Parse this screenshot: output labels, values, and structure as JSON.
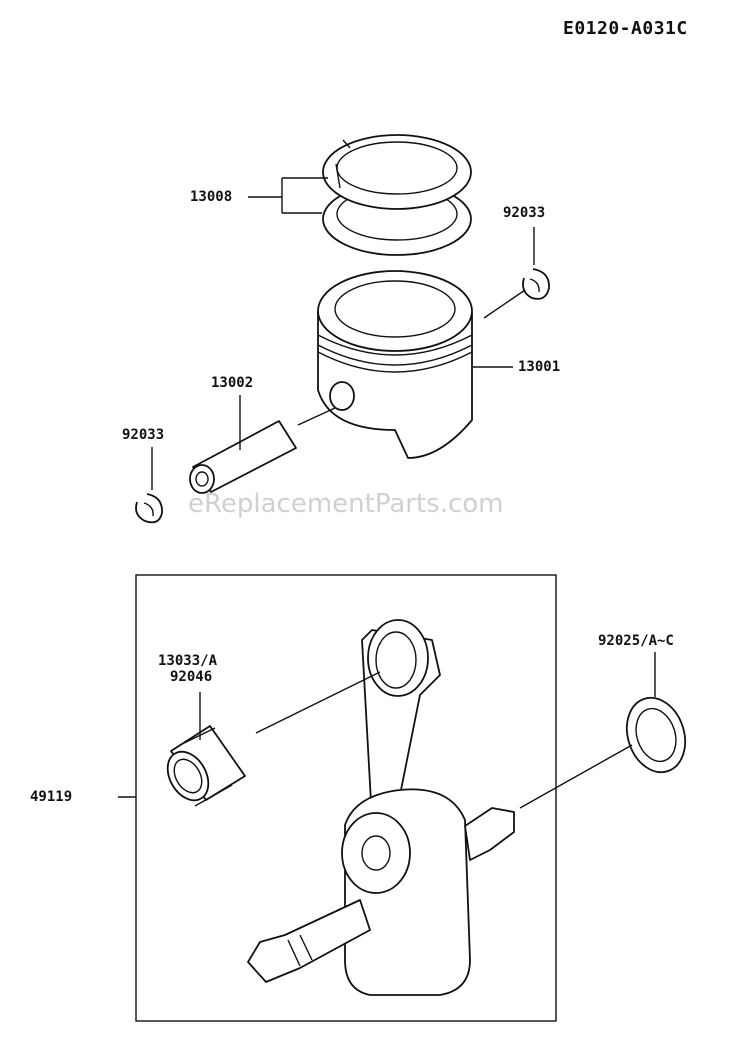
{
  "header": {
    "diagram_code": "E0120-A031C"
  },
  "watermark": "eReplacementParts.com",
  "parts": {
    "piston_rings": "13008",
    "circlip_right": "92033",
    "piston": "13001",
    "piston_pin": "13002",
    "circlip_left": "92033",
    "needle_bearing_1": "13033/A",
    "needle_bearing_2": "92046",
    "washer": "92025/A~C",
    "crankshaft_assembly": "49119"
  }
}
